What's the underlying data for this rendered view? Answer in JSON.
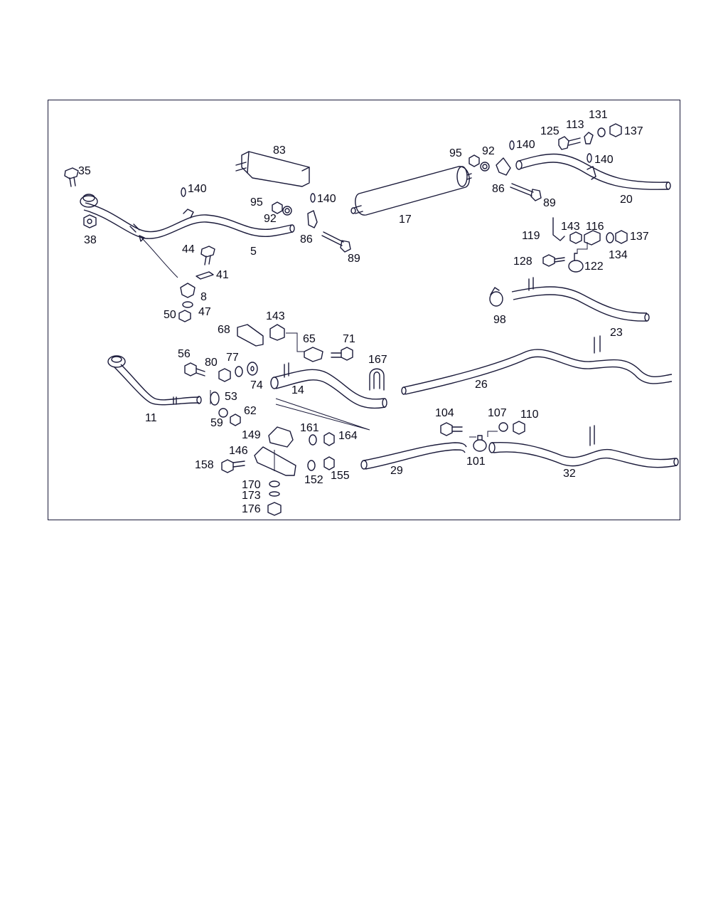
{
  "diagram": {
    "type": "exploded-parts-diagram",
    "colors": {
      "line": "#1a1a3a",
      "background": "#ffffff"
    },
    "part_numbers": [
      "35",
      "38",
      "140",
      "5",
      "83",
      "95",
      "92",
      "140",
      "86",
      "89",
      "17",
      "95",
      "92",
      "140",
      "86",
      "89",
      "125",
      "113",
      "131",
      "137",
      "140",
      "20",
      "44",
      "41",
      "8",
      "47",
      "50",
      "119",
      "143",
      "116",
      "137",
      "128",
      "134",
      "122",
      "98",
      "23",
      "143",
      "68",
      "65",
      "71",
      "56",
      "80",
      "77",
      "74",
      "14",
      "167",
      "53",
      "62",
      "59",
      "11",
      "26",
      "149",
      "161",
      "164",
      "146",
      "158",
      "152",
      "155",
      "104",
      "107",
      "110",
      "101",
      "29",
      "32",
      "170",
      "173",
      "176"
    ]
  }
}
